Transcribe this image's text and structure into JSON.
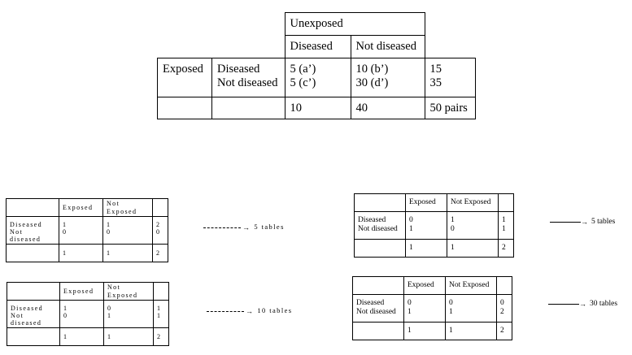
{
  "main_table": {
    "top_header": "Unexposed",
    "col_diseased": "Diseased",
    "col_not_diseased": "Not diseased",
    "row_group": "Exposed",
    "row_diseased": "Diseased",
    "row_not_diseased": "Not diseased",
    "a": "5 (a’)",
    "b": "10 (b’)",
    "c": "5 (c’)",
    "d": "30 (d’)",
    "row_total_1": "15",
    "row_total_2": "35",
    "col_total_1": "10",
    "col_total_2": "40",
    "grand_total": "50 pairs"
  },
  "small_tables": [
    {
      "col_exposed": "Exposed",
      "col_not_exposed": "Not Exposed",
      "row_diseased": "Diseased",
      "row_not_diseased": "Not diseased",
      "v11": "1",
      "v12": "1",
      "v21": "0",
      "v22": "0",
      "r1": "2",
      "r2": "0",
      "c1": "1",
      "c2": "1",
      "total": "2",
      "note": "5 tables"
    },
    {
      "col_exposed": "Exposed",
      "col_not_exposed": "Not Exposed",
      "row_diseased": "Diseased",
      "row_not_diseased": "Not diseased",
      "v11": "1",
      "v12": "0",
      "v21": "0",
      "v22": "1",
      "r1": "1",
      "r2": "1",
      "c1": "1",
      "c2": "1",
      "total": "2",
      "note": "10 tables"
    },
    {
      "col_exposed": "Exposed",
      "col_not_exposed": "Not Exposed",
      "row_diseased": "Diseased",
      "row_not_diseased": "Not diseased",
      "v11": "0",
      "v12": "1",
      "v21": "1",
      "v22": "0",
      "r1": "1",
      "r2": "1",
      "c1": "1",
      "c2": "1",
      "total": "2",
      "note": "5 tables"
    },
    {
      "col_exposed": "Exposed",
      "col_not_exposed": "Not Exposed",
      "row_diseased": "Diseased",
      "row_not_diseased": "Not diseased",
      "v11": "0",
      "v12": "0",
      "v21": "1",
      "v22": "1",
      "r1": "0",
      "r2": "2",
      "c1": "1",
      "c2": "1",
      "total": "2",
      "note": "30 tables"
    }
  ]
}
